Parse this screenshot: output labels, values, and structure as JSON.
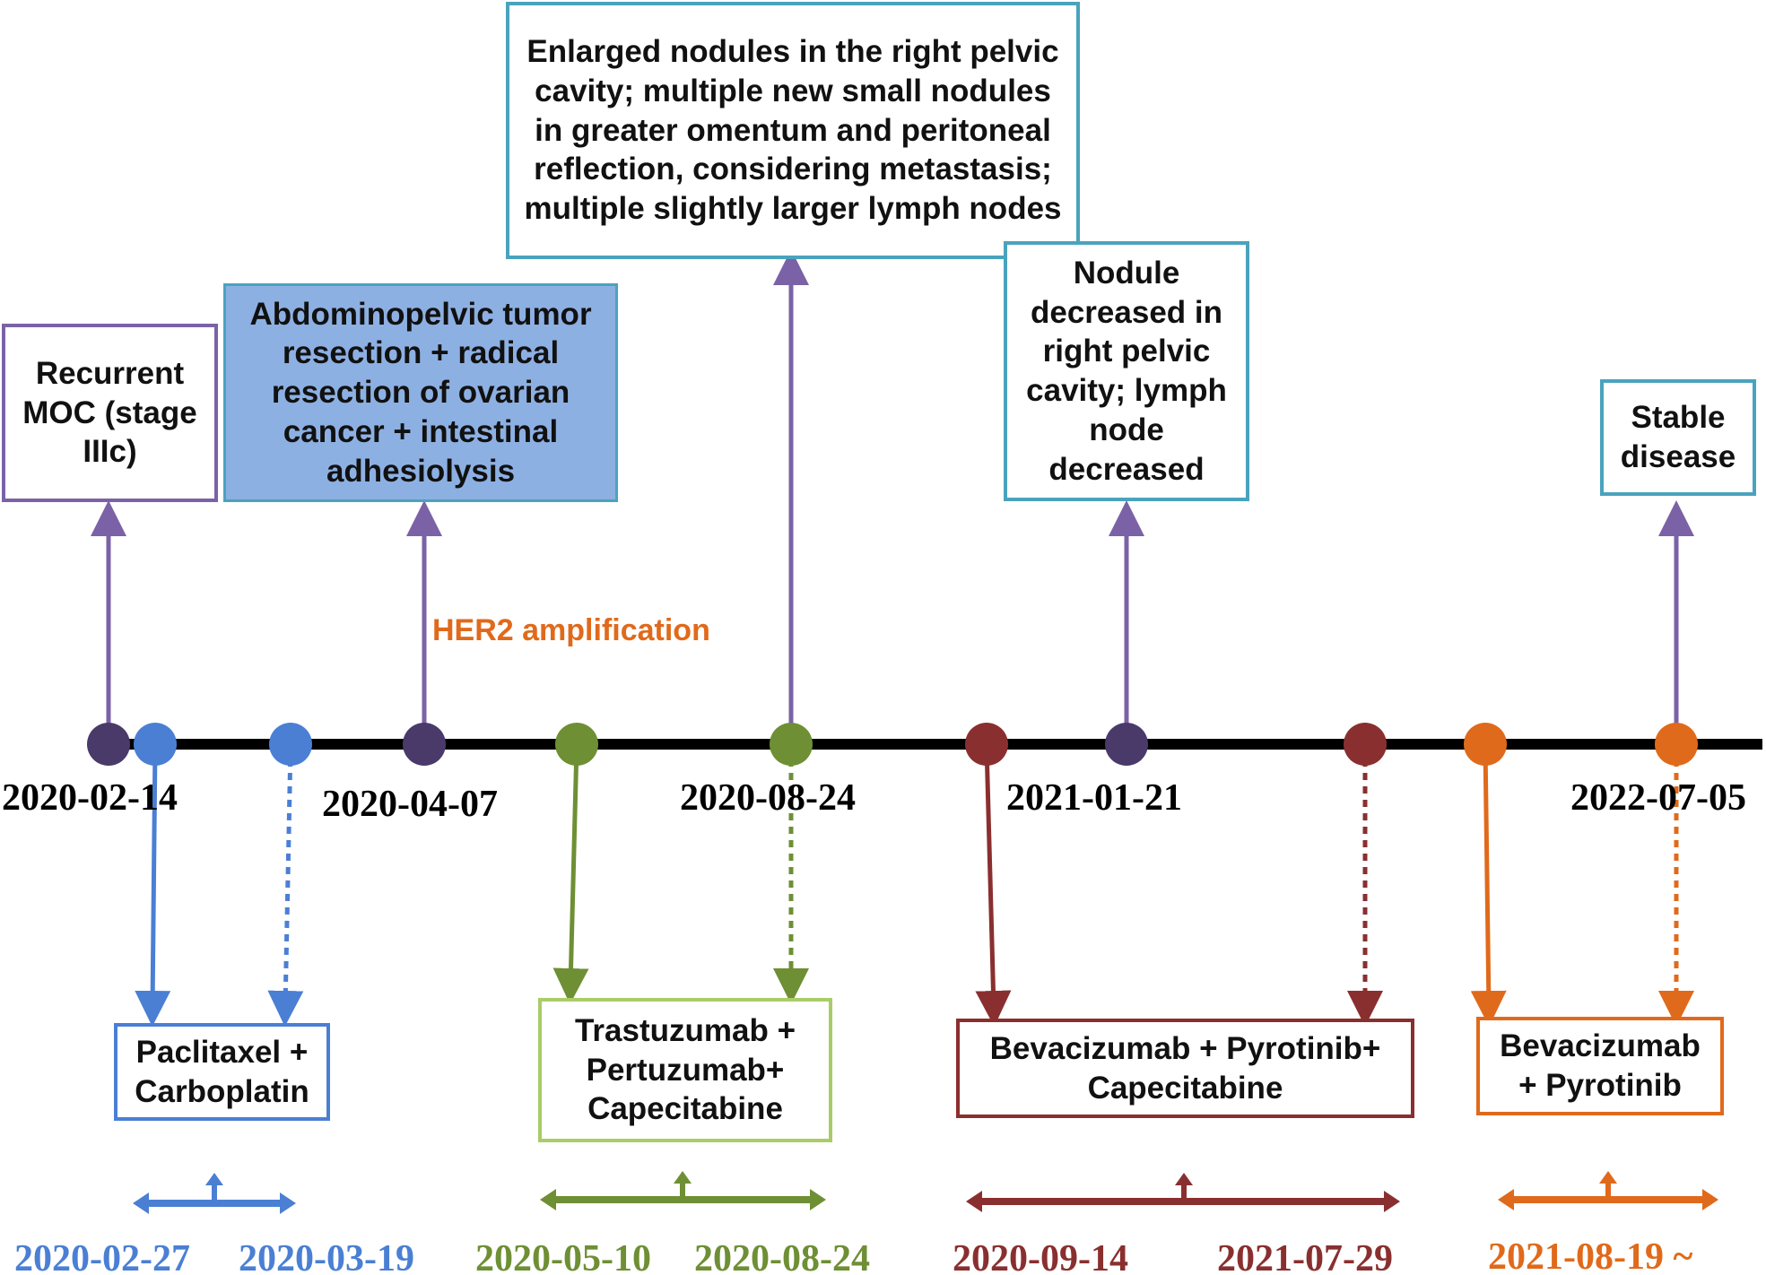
{
  "colors": {
    "axis": "#000000",
    "event": "#7b62a6",
    "event_dot": "#4a3a6a",
    "chemo": "#4a7fd4",
    "her2": "#6e8f34",
    "beva": "#8a2f2f",
    "orange": "#e06a1b",
    "teal_border": "#4aa3bd",
    "blue_fill": "#8db0e3"
  },
  "event_boxes": {
    "recurrent": "Recurrent MOC (stage IIIc)",
    "surgery": "Abdominopelvic tumor resection + radical resection of ovarian cancer + intestinal adhesiolysis",
    "enlarged": "Enlarged nodules in the right pelvic cavity; multiple new small nodules in greater omentum and peritoneal reflection, considering metastasis; multiple slightly larger lymph nodes",
    "decreased": "Nodule decreased in right pelvic cavity; lymph node decreased",
    "stable": "Stable disease"
  },
  "her2_note": "HER2 amplification",
  "axis_dates": {
    "d1": "2020-02-14",
    "d2": "2020-04-07",
    "d3": "2020-08-24",
    "d4": "2021-01-21",
    "d5": "2022-07-05"
  },
  "treatment_boxes": {
    "chemo": "Paclitaxel + Carboplatin",
    "her2": "Trastuzumab + Pertuzumab+ Capecitabine",
    "beva3": "Bevacizumab + Pyrotinib+ Capecitabine",
    "beva2": "Bevacizumab + Pyrotinib"
  },
  "periods": {
    "chemo_start": "2020-02-27",
    "chemo_end": "2020-03-19",
    "her2_start": "2020-05-10",
    "her2_end": "2020-08-24",
    "beva3_start": "2020-09-14",
    "beva3_end": "2021-07-29",
    "beva2_start": "2021-08-19 ~"
  }
}
